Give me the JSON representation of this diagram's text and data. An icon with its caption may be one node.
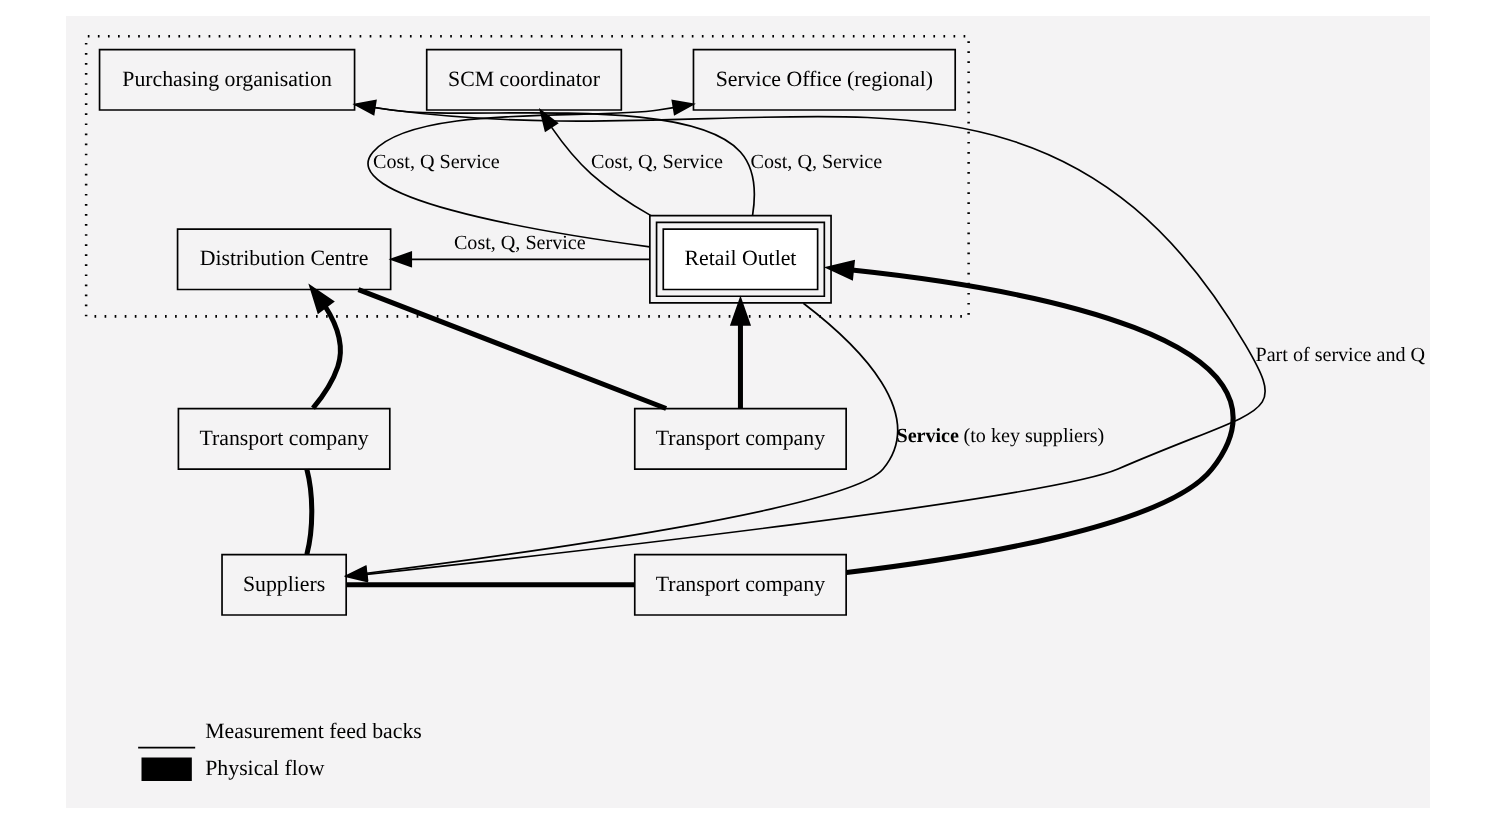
{
  "diagram": {
    "nodes": [
      {
        "text": [],
        "shape": "box"
      },
      {
        "text": [
          "Purchasing organisation"
        ],
        "in": 0
      },
      {
        "text": [
          "SCM coordinator"
        ],
        "in": 0
      },
      {
        "text": [
          "Service Office (regional)"
        ],
        "in": 0
      },
      {
        "text": [
          "Distribution Centre"
        ],
        "in": 0
      },
      {
        "text": [
          "Retail Outlet"
        ],
        "in": 0
      },
      {
        "text": [
          "Transport company"
        ]
      },
      {
        "text": [
          "Transport company"
        ]
      },
      {
        "text": [
          "Suppliers"
        ]
      },
      {
        "text": [
          "Transport company"
        ]
      }
    ],
    "edges": [
      {
        "from": 5,
        "to": 2,
        "arrow": "to",
        "label": "Cost, Q, Service"
      },
      {
        "from": 5,
        "to": 1,
        "arrow": "to",
        "label": "Cost, Q, Service"
      },
      {
        "from": 5,
        "to": 4,
        "arrow": "to",
        "label": "Cost, Q, Service"
      },
      {
        "from": 5,
        "to": 3,
        "arrow": "to",
        "label": "Cost, Q Service"
      },
      {
        "from": 1,
        "to": 8,
        "arrow": "to",
        "label": "Part of service and Q"
      },
      {
        "from": 5,
        "to": 8,
        "arrow": "to",
        "label": "**Service** (to key suppliers)"
      },
      {
        "from": 8,
        "to": 6,
        "arrow": "none",
        "style": "thick"
      },
      {
        "from": 6,
        "to": 4,
        "arrow": "to",
        "style": "thick"
      },
      {
        "from": 4,
        "to": 7,
        "arrow": "none",
        "style": "thick"
      },
      {
        "from": 7,
        "to": 5,
        "arrow": "to",
        "style": "thick"
      },
      {
        "from": 8,
        "to": 9,
        "arrow": "none",
        "style": "thick"
      },
      {
        "from": 9,
        "to": 5,
        "arrow": "to",
        "style": "thick"
      }
    ],
    "legend": [
      {
        "text": "Measurement feed backs"
      },
      {
        "text": "Physical flow"
      }
    ]
  }
}
